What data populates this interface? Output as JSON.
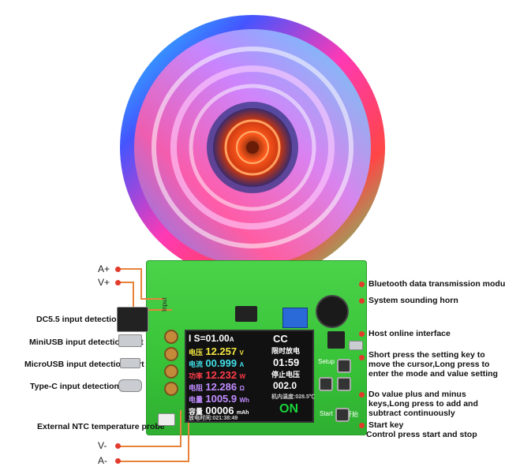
{
  "pins": {
    "a_plus": "A+",
    "v_plus": "V+",
    "v_minus": "V-",
    "a_minus": "A-"
  },
  "left_labels": {
    "dc55": "DC5.5 input detection port",
    "miniusb": "MiniUSB input detection port",
    "microusb": "MicroUSB input detection port",
    "typec": "Type-C input detection port",
    "ntc": "External NTC temperature probe"
  },
  "right_labels": {
    "bluetooth": "Bluetooth data transmission module",
    "horn": "System sounding horn",
    "host": "Host online interface",
    "setting": "Short press the setting key to move the cursor,Long press to enter the mode and value setting",
    "plusminus": "Do value plus and minus keys,Long press to add and subtract continuously",
    "start_title": "Start key",
    "start_desc": "Control press start and stop"
  },
  "board": {
    "input_mark": "Input",
    "setup_mark": "Setup",
    "start_mark": "Start",
    "start_cn": "开始"
  },
  "lcd": {
    "iset": "I S=01.00",
    "iset_unit": "A",
    "mode": "CC",
    "voltage_label": "电压",
    "voltage": "12.257",
    "voltage_unit": "V",
    "timer_label": "限时放电",
    "current_label": "电流",
    "current": "00.999",
    "current_unit": "A",
    "timer": "01:59",
    "power_label": "功率",
    "power": "12.232",
    "power_unit": "W",
    "stopv_label": "停止电压",
    "resist_label": "电阻",
    "resist": "12.286",
    "resist_unit": "Ω",
    "stopv": "002.0",
    "energy_label": "电量",
    "energy": "1005.9",
    "energy_unit": "Wh",
    "temp": "机内温度:028.5℃",
    "capacity_label": "容量",
    "capacity": "00006",
    "capacity_unit": "mAh",
    "status": "ON",
    "runtime": "放电时间:021:38:49"
  },
  "colors": {
    "board_green": "#3cc53c",
    "wire_orange": "#e8823a",
    "pin_red": "#e23b2c",
    "lcd_yellow": "#f4e842",
    "lcd_cyan": "#41e0e8",
    "lcd_red": "#ff3b4a",
    "lcd_purple": "#c08cff",
    "on_green": "#19d33a"
  }
}
